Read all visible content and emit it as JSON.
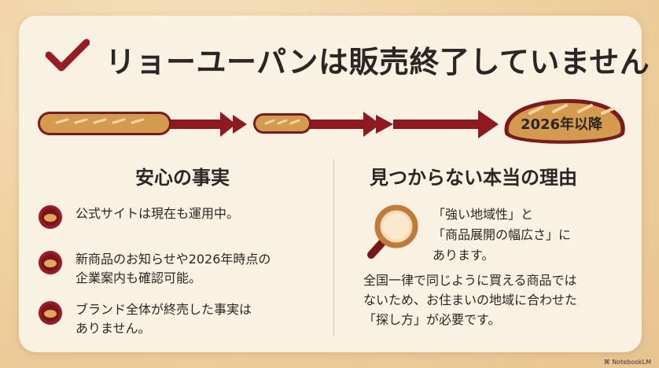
{
  "title": "リョーユーパンは販売終了していません",
  "timeline": {
    "year_badge": "2026年以降"
  },
  "left": {
    "heading": "安心の事実",
    "facts": [
      [
        "公式サイトは現在も運用中。"
      ],
      [
        "新商品のお知らせや2026年時点の",
        "企業案内も確認可能。"
      ],
      [
        "ブランド全体が終売した事実は",
        "ありません。"
      ]
    ]
  },
  "right": {
    "heading": "見つからない本当の理由",
    "quote": [
      "「強い地域性」と",
      "「商品展開の幅広さ」に",
      "あります。"
    ],
    "body": [
      "全国一律で同じように買える商品では",
      "ないため、お住まいの地域に合わせた",
      "「探し方」が必要です。"
    ]
  },
  "watermark": "NotebookLM",
  "colors": {
    "accent": "#9a1c22",
    "bread": "#d49a4e",
    "text": "#2a2624",
    "card": "#f9f2e3"
  }
}
